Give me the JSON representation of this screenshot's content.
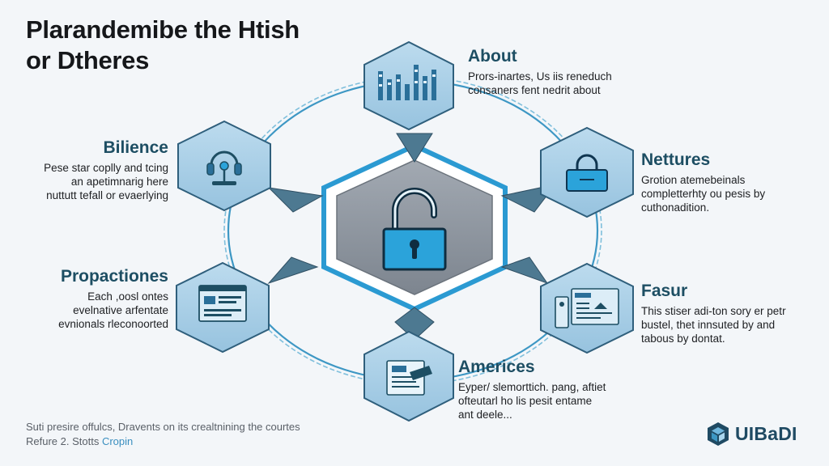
{
  "title": {
    "line1": "Plarandemibe the Htish",
    "line2": "or Dtheres"
  },
  "nodes": {
    "about": {
      "heading": "About",
      "lines": [
        "Prors-inartes, Us iis reneduch",
        "consaners fent nedrit about"
      ],
      "icon": "bar-chart-icon"
    },
    "nettures": {
      "heading": "Nettures",
      "lines": [
        "Grotion atemebeinals",
        "completterhty ou pesis by",
        "cuthonadition."
      ],
      "icon": "padlock-icon"
    },
    "fasur": {
      "heading": "Fasur",
      "lines": [
        "This stiser adi-ton sory er petr",
        "bustel, thet innsuted by and",
        "tabous by dontat."
      ],
      "icon": "documents-icon"
    },
    "americes": {
      "heading": "Americes",
      "lines": [
        "Eyper/ slemorttich. pang, aftiet",
        "ofteutarl ho lis pesit entame",
        "ant deele..."
      ],
      "icon": "laptop-document-icon"
    },
    "propactiones": {
      "heading": "Propactiones",
      "lines": [
        "Each ,oosl ontes",
        "evelnative arfentate",
        "evnionals rleconoorted"
      ],
      "icon": "browser-window-icon"
    },
    "bilience": {
      "heading": "Bilience",
      "lines": [
        "Pese star coplly and tcing",
        "an apetimnarig here",
        "nuttutt tefall or evaerlying"
      ],
      "icon": "headset-icon"
    }
  },
  "center": {
    "icon": "unlocked-padlock-icon"
  },
  "footer": {
    "line1": "Suti presire offulcs, Dravents on its crealtnining the courtes",
    "line2_prefix": "Refure 2. Stotts ",
    "line2_link": "Cropin"
  },
  "logo": {
    "text": "UIBaDI",
    "icon": "cube-logo-icon"
  },
  "colors": {
    "hex_fill": "#a9cfe6",
    "hex_stroke": "#2f5f7c",
    "ring": "#3d97c4",
    "accent": "#2ba3da",
    "heading": "#1d4e63"
  }
}
